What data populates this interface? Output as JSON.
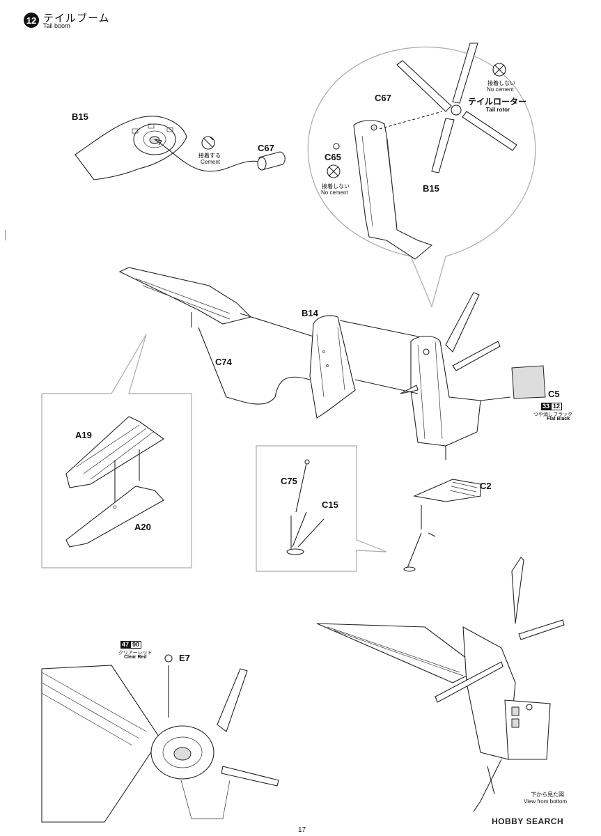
{
  "header": {
    "step_number": "12",
    "title_jp": "テイルブーム",
    "title_en": "Tail boom"
  },
  "labels": {
    "b15_top": "B15",
    "c67_left": "C67",
    "c67_circle": "C67",
    "c65": "C65",
    "b15_circle": "B15",
    "b14": "B14",
    "c74": "C74",
    "c5": "C5",
    "a19": "A19",
    "a20": "A20",
    "c75": "C75",
    "c15": "C15",
    "c2": "C2",
    "e7": "E7"
  },
  "notes": {
    "cement_jp": "接着する",
    "cement_en": "Cement",
    "no_cement_1_jp": "接着しない",
    "no_cement_1_en": "No cement",
    "no_cement_2_jp": "接着しない",
    "no_cement_2_en": "No cement",
    "tail_rotor_jp": "テイルローター",
    "tail_rotor_en": "Tail rotor",
    "bottom_view_jp": "下から見た図",
    "bottom_view_en": "View from bottom"
  },
  "paints": {
    "flat_black": {
      "code_a": "33",
      "code_b": "12",
      "name_jp": "つや消しブラック",
      "name_en": "Flat Black"
    },
    "clear_red": {
      "code_a": "47",
      "code_b": "90",
      "name_jp": "クリアーレッド",
      "name_en": "Clear Red"
    }
  },
  "footer": {
    "page_number": "17",
    "watermark": "HOBBY SEARCH"
  }
}
